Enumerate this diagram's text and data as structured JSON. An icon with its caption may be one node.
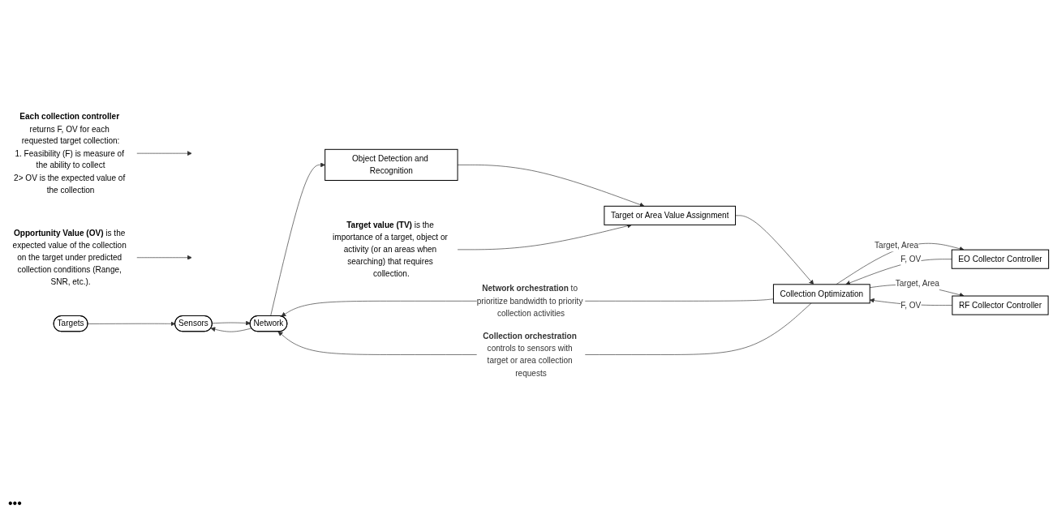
{
  "diagram": {
    "nodes": [
      {
        "text": [
          "Targets"
        ]
      },
      {
        "text": [
          "Sensors"
        ]
      },
      {
        "text": [
          "Network"
        ]
      },
      {
        "text": [
          "Object Detection and Recognition"
        ]
      },
      {
        "text": [
          "Target or Area Value Assignment"
        ]
      },
      {
        "text": [
          "Collection Optimization"
        ]
      },
      {
        "text": [
          "EO Collector Controller"
        ]
      },
      {
        "text": [
          "RF Collector Controller"
        ]
      },
      {
        "text": [
          "**Target value (TV)** is the importance of a target, object or activity (or an areas when searching) that requires collection."
        ]
      },
      {
        "text": [
          "**Opportunity Value (OV)** is the expected value of the collection on the target under predicted collection conditions (Range, SNR, etc.)."
        ]
      },
      {
        "text": [
          "**Each collection controller** returns F, OV for each requested target collection:",
          "1. Feasibility (F) is measure of the ability to collect",
          "2> OV is the expected value of the collection"
        ]
      }
    ],
    "edges": [
      {
        "from": 0,
        "to": 1,
        "arrow": "to"
      },
      {
        "from": 2,
        "to": 1,
        "arrow": "to"
      },
      {
        "from": 1,
        "to": 2,
        "arrow": "to"
      },
      {
        "from": 2,
        "to": 3,
        "arrow": "to"
      },
      {
        "from": 3,
        "to": 4,
        "arrow": "to"
      },
      {
        "from": 4,
        "to": 5,
        "arrow": "to"
      },
      {
        "from": 5,
        "to": 6,
        "arrow": "to",
        "label": "Target, Area"
      },
      {
        "from": 6,
        "to": 5,
        "arrow": "to",
        "label": "F, OV"
      },
      {
        "from": 5,
        "to": 7,
        "arrow": "to",
        "label": "Target, Area"
      },
      {
        "from": 7,
        "to": 5,
        "arrow": "to",
        "label": "F, OV"
      },
      {
        "from": 5,
        "to": 2,
        "arrow": "to",
        "label": "**Network orchestration** to prioritize bandwidth to priority collection activities"
      },
      {
        "from": 5,
        "to": 2,
        "arrow": "to",
        "label": "**Collection orchestration** controls to sensors with target or area collection requests"
      },
      {
        "from": 8,
        "to": 4,
        "arrow": "to"
      },
      {
        "from": 9,
        "to": null,
        "arrow": "to"
      },
      {
        "from": 10,
        "to": null,
        "arrow": "to"
      }
    ],
    "labels": [
      "•••"
    ]
  }
}
